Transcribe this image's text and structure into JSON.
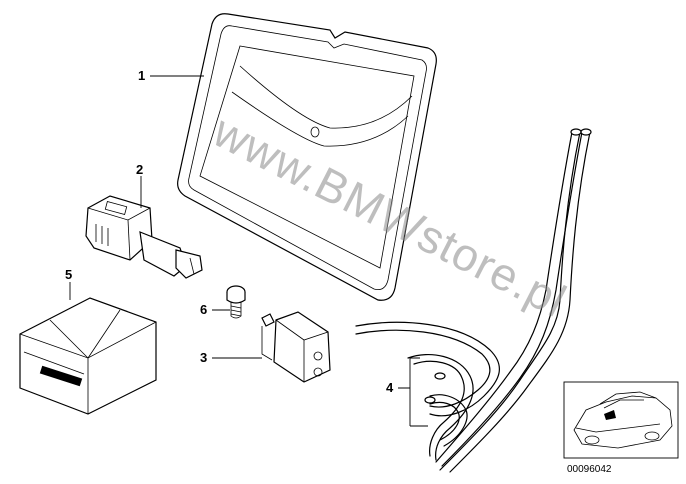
{
  "watermark": "www.BMWstore.pl",
  "reference_number": "00096042",
  "callouts": [
    {
      "id": "1",
      "label": "1"
    },
    {
      "id": "2",
      "label": "2"
    },
    {
      "id": "3",
      "label": "3"
    },
    {
      "id": "4",
      "label": "4"
    },
    {
      "id": "5",
      "label": "5"
    },
    {
      "id": "6",
      "label": "6"
    }
  ],
  "colors": {
    "line": "#000000",
    "watermark": "#8a8a8a",
    "background": "#ffffff"
  }
}
